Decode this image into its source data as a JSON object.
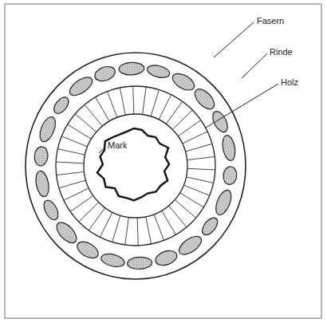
{
  "diagram": {
    "labels": [
      "Fasern",
      "Rinde",
      "Holz",
      "Mark"
    ]
  }
}
